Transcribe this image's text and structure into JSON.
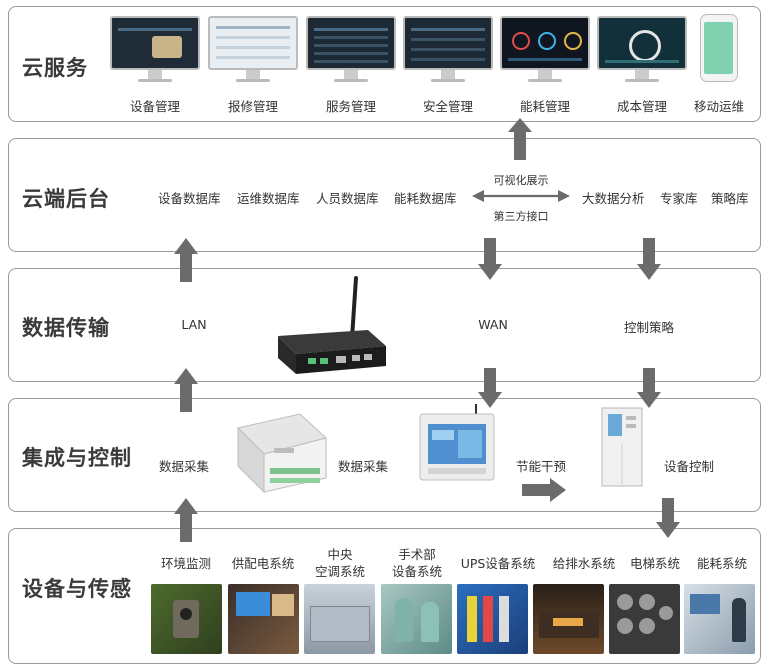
{
  "layers": {
    "cloud_service": {
      "title": "云服务",
      "apps": [
        "设备管理",
        "报修管理",
        "服务管理",
        "安全管理",
        "能耗管理",
        "成本管理",
        "移动运维"
      ]
    },
    "cloud_backend": {
      "title": "云端后台",
      "databases": [
        "设备数据库",
        "运维数据库",
        "人员数据库",
        "能耗数据库"
      ],
      "center_top": "可视化展示",
      "center_bottom": "第三方接口",
      "analysis": [
        "大数据分析",
        "专家库",
        "策略库"
      ]
    },
    "data_transmission": {
      "title": "数据传输",
      "lan": "LAN",
      "wan": "WAN",
      "control_strategy": "控制策略"
    },
    "integration_control": {
      "title": "集成与控制",
      "collect_1": "数据采集",
      "collect_2": "数据采集",
      "energy_intervention": "节能干预",
      "device_control": "设备控制"
    },
    "devices_sensing": {
      "title": "设备与传感",
      "systems": [
        {
          "line1": "环境监测",
          "line2": ""
        },
        {
          "line1": "供配电系统",
          "line2": ""
        },
        {
          "line1": "中央",
          "line2": "空调系统"
        },
        {
          "line1": "手术部",
          "line2": "设备系统"
        },
        {
          "line1": "UPS设备系统",
          "line2": ""
        },
        {
          "line1": "给排水系统",
          "line2": ""
        },
        {
          "line1": "电梯系统",
          "line2": ""
        },
        {
          "line1": "能耗系统",
          "line2": ""
        }
      ]
    }
  },
  "colors": {
    "border": "#9a9a9a",
    "arrow": "#6b6b6b",
    "title": "#3a3a3a"
  }
}
